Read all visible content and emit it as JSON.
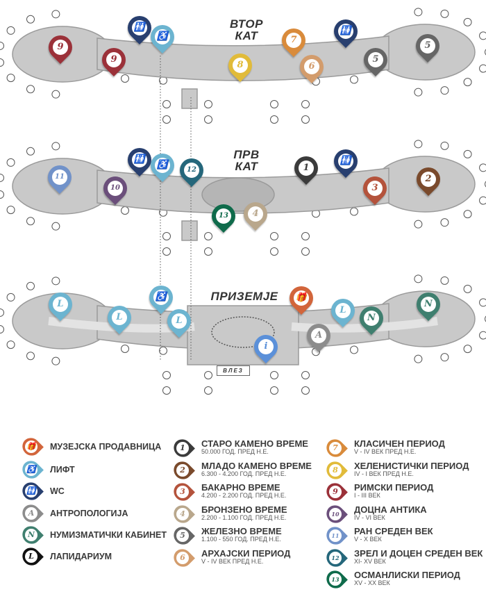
{
  "floors": {
    "second": "ВТОР\nКАТ",
    "second_l1": "ВТОР",
    "second_l2": "КАТ",
    "first_l1": "ПРВ",
    "first_l2": "КАТ",
    "ground": "ПРИЗЕМЈЕ",
    "entrance": "ВЛЕЗ"
  },
  "pins": {
    "p1": "1",
    "p2": "2",
    "p3": "3",
    "p4": "4",
    "p5": "5",
    "p6": "6",
    "p7": "7",
    "p8": "8",
    "p9": "9",
    "p10": "10",
    "p11": "11",
    "p12": "12",
    "p13": "13",
    "A": "A",
    "N": "N",
    "L": "L",
    "i": "i"
  },
  "colors": {
    "c1": "#3b3b3b",
    "c2": "#7a4a2c",
    "c3": "#b4533c",
    "c4": "#b9a78c",
    "c5": "#666666",
    "c6": "#d39c6c",
    "c7": "#d98b3b",
    "c8": "#e1bb3a",
    "c9": "#9b3139",
    "c10": "#6b4f7b",
    "c11": "#7192c9",
    "c12": "#25677b",
    "c13": "#0f6b4b",
    "shop": "#d2653b",
    "lift": "#6cb4d0",
    "wc": "#283f6f",
    "A": "#8c8c8c",
    "N": "#3f7f6f",
    "L": "#111111",
    "info": "#5b90d9"
  },
  "legend": {
    "amenities": [
      {
        "icon": "gift-icon",
        "label": "МУЗЕЈСКА ПРОДАВНИЦА"
      },
      {
        "icon": "wheelchair-icon",
        "label": "ЛИФТ"
      },
      {
        "icon": "wc-icon",
        "label": "WC"
      },
      {
        "icon": "A",
        "label": "АНТРОПОЛОГИЈА"
      },
      {
        "icon": "N",
        "label": "НУМИЗМАТИЧКИ КАБИНЕТ"
      },
      {
        "icon": "L",
        "label": "ЛАПИДАРИУМ"
      }
    ],
    "periods": [
      {
        "num": "1",
        "title": "СТАРО КАМЕНО ВРЕМЕ",
        "sub": "50.000 ГОД. ПРЕД Н.Е."
      },
      {
        "num": "2",
        "title": "МЛАДО КАМЕНО ВРЕМЕ",
        "sub": "6.300 - 4.200 ГОД. ПРЕД Н.Е."
      },
      {
        "num": "3",
        "title": "БАКАРНО ВРЕМЕ",
        "sub": "4.200 - 2.200 ГОД. ПРЕД Н.Е."
      },
      {
        "num": "4",
        "title": "БРОНЗЕНО ВРЕМЕ",
        "sub": "2.200 - 1.100 ГОД. ПРЕД Н.Е."
      },
      {
        "num": "5",
        "title": "ЖЕЛЕЗНО ВРЕМЕ",
        "sub": "1.100 - 550 ГОД. ПРЕД Н.Е."
      },
      {
        "num": "6",
        "title": "АРХАЈСКИ ПЕРИОД",
        "sub": "V - IV ВЕК ПРЕД Н.Е."
      },
      {
        "num": "7",
        "title": "КЛАСИЧЕН ПЕРИОД",
        "sub": "V - IV ВЕК ПРЕД Н.Е."
      },
      {
        "num": "8",
        "title": "ХЕЛЕНИСТИЧКИ ПЕРИОД",
        "sub": "IV - I ВЕК ПРЕД Н.Е."
      },
      {
        "num": "9",
        "title": "РИМСКИ ПЕРИОД",
        "sub": "I - III ВЕК"
      },
      {
        "num": "10",
        "title": "ДОЦНА АНТИКА",
        "sub": "IV - VI ВЕК"
      },
      {
        "num": "11",
        "title": "РАН СРЕДЕН ВЕК",
        "sub": "V - X ВЕК"
      },
      {
        "num": "12",
        "title": "ЗРЕЛ И ДОЦЕН СРЕДЕН ВЕК",
        "sub": "XI- XV ВЕК"
      },
      {
        "num": "13",
        "title": "ОСМАНЛИСКИ ПЕРИОД",
        "sub": "XV - XX ВЕК"
      }
    ]
  }
}
